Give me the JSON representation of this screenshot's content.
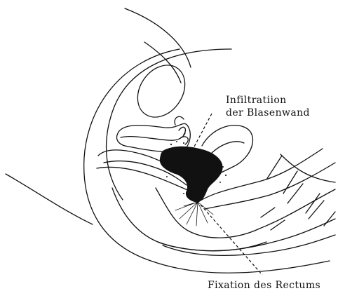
{
  "annotations": {
    "top_label_line1": "Infiltratiion",
    "top_label_line2": "der Blasenwand",
    "bottom_label": "Fixation des Rectums"
  },
  "colors": {
    "ink": "#111111",
    "background": "#ffffff"
  }
}
